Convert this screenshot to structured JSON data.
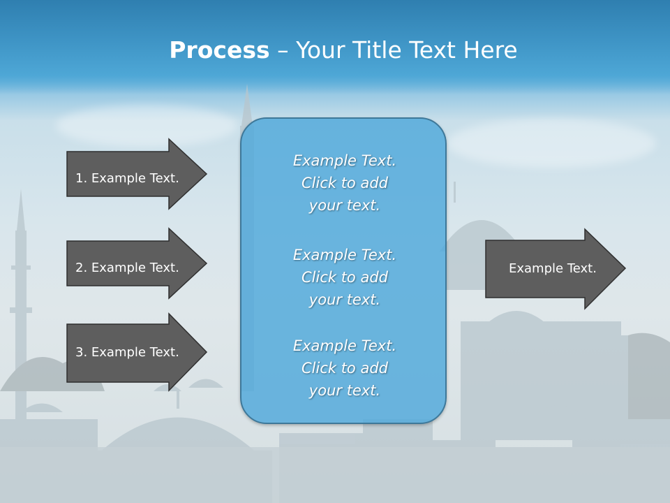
{
  "slide": {
    "title_bold": "Process",
    "title_rest": " – Your Title Text Here",
    "inputs": [
      {
        "label": "1. Example Text."
      },
      {
        "label": "2. Example Text."
      },
      {
        "label": "3. Example Text."
      }
    ],
    "center_panel": [
      {
        "line1": "Example Text.",
        "line2": "Click  to add",
        "line3": "your text."
      },
      {
        "line1": "Example Text.",
        "line2": "Click  to add",
        "line3": "your text."
      },
      {
        "line1": "Example Text.",
        "line2": "Click  to add",
        "line3": "your text."
      }
    ],
    "output": {
      "label": "Example Text."
    }
  },
  "colors": {
    "arrow_fill": "#5e5e5e",
    "panel_fill": "#4fa8db",
    "panel_border": "#3e7899",
    "title_band": "#3f95c6"
  }
}
